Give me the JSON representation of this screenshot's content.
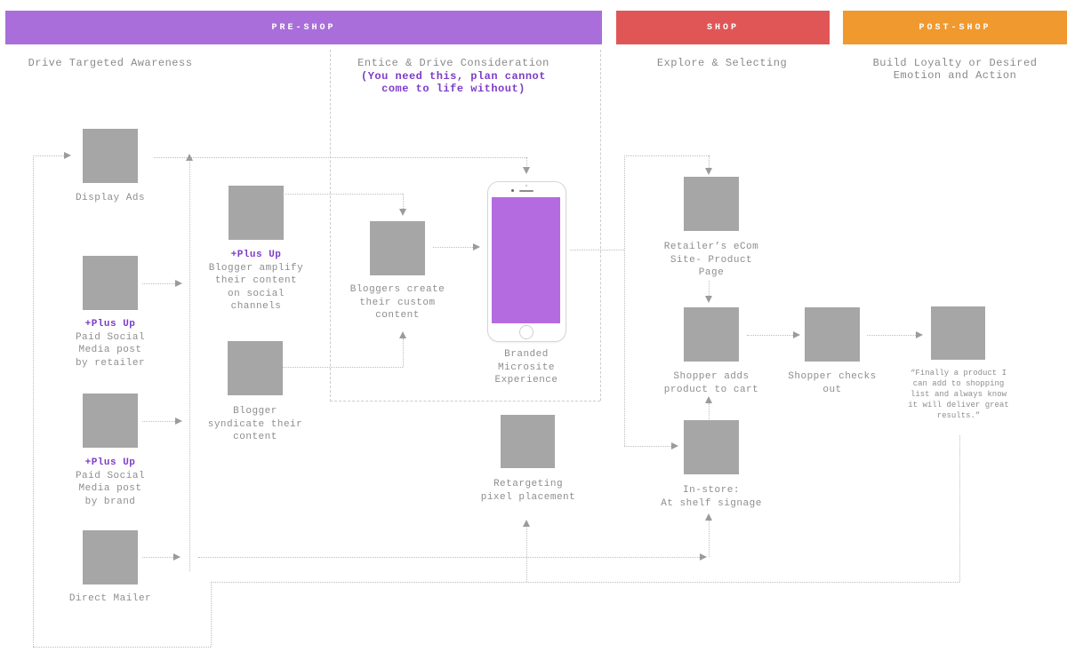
{
  "colors": {
    "pre_shop": "#a96ed9",
    "shop": "#e05656",
    "post_shop": "#f0992e",
    "accent_purple": "#7d3cc8",
    "box_gray": "#a6a6a6",
    "phone_screen": "#b46be0"
  },
  "headers": {
    "pre_shop": "PRE-SHOP",
    "shop": "SHOP",
    "post_shop": "POST-SHOP"
  },
  "subtitles": {
    "awareness": "Drive Targeted Awareness",
    "consideration": "Entice & Drive Consideration",
    "consideration_note_1": "(You need this, plan cannot",
    "consideration_note_2": "come to life without)",
    "explore": "Explore & Selecting",
    "loyalty_1": "Build Loyalty or Desired",
    "loyalty_2": "Emotion and Action"
  },
  "nodes": {
    "display_ads": {
      "lines": [
        "Display Ads"
      ]
    },
    "paid_social_retailer": {
      "plus": "+Plus Up",
      "lines": [
        "Paid Social",
        "Media post",
        "by retailer"
      ]
    },
    "paid_social_brand": {
      "plus": "+Plus Up",
      "lines": [
        "Paid Social",
        "Media post",
        "by brand"
      ]
    },
    "direct_mailer": {
      "lines": [
        "Direct Mailer"
      ]
    },
    "blogger_amplify": {
      "plus": "+Plus Up",
      "lines": [
        "Blogger amplify",
        "their content",
        "on social",
        "channels"
      ]
    },
    "blogger_syndicate": {
      "lines": [
        "Blogger",
        "syndicate their",
        "content"
      ]
    },
    "bloggers_create": {
      "lines": [
        "Bloggers create",
        "their custom",
        "content"
      ]
    },
    "branded_microsite": {
      "lines": [
        "Branded",
        "Microsite",
        "Experience"
      ]
    },
    "retargeting": {
      "lines": [
        "Retargeting",
        "pixel placement"
      ]
    },
    "retailers_ecom": {
      "lines": [
        "Retailer’s eCom",
        "Site- Product",
        "Page"
      ]
    },
    "shopper_adds": {
      "lines": [
        "Shopper adds",
        "product to cart"
      ]
    },
    "shopper_checks": {
      "lines": [
        "Shopper checks",
        "out"
      ]
    },
    "in_store": {
      "lines": [
        "In-store:",
        "At shelf signage"
      ]
    },
    "loyalty_quote": {
      "lines": [
        "“Finally a product I",
        "can add to shopping",
        "list and always know",
        "it will deliver great",
        "results.”"
      ]
    }
  }
}
